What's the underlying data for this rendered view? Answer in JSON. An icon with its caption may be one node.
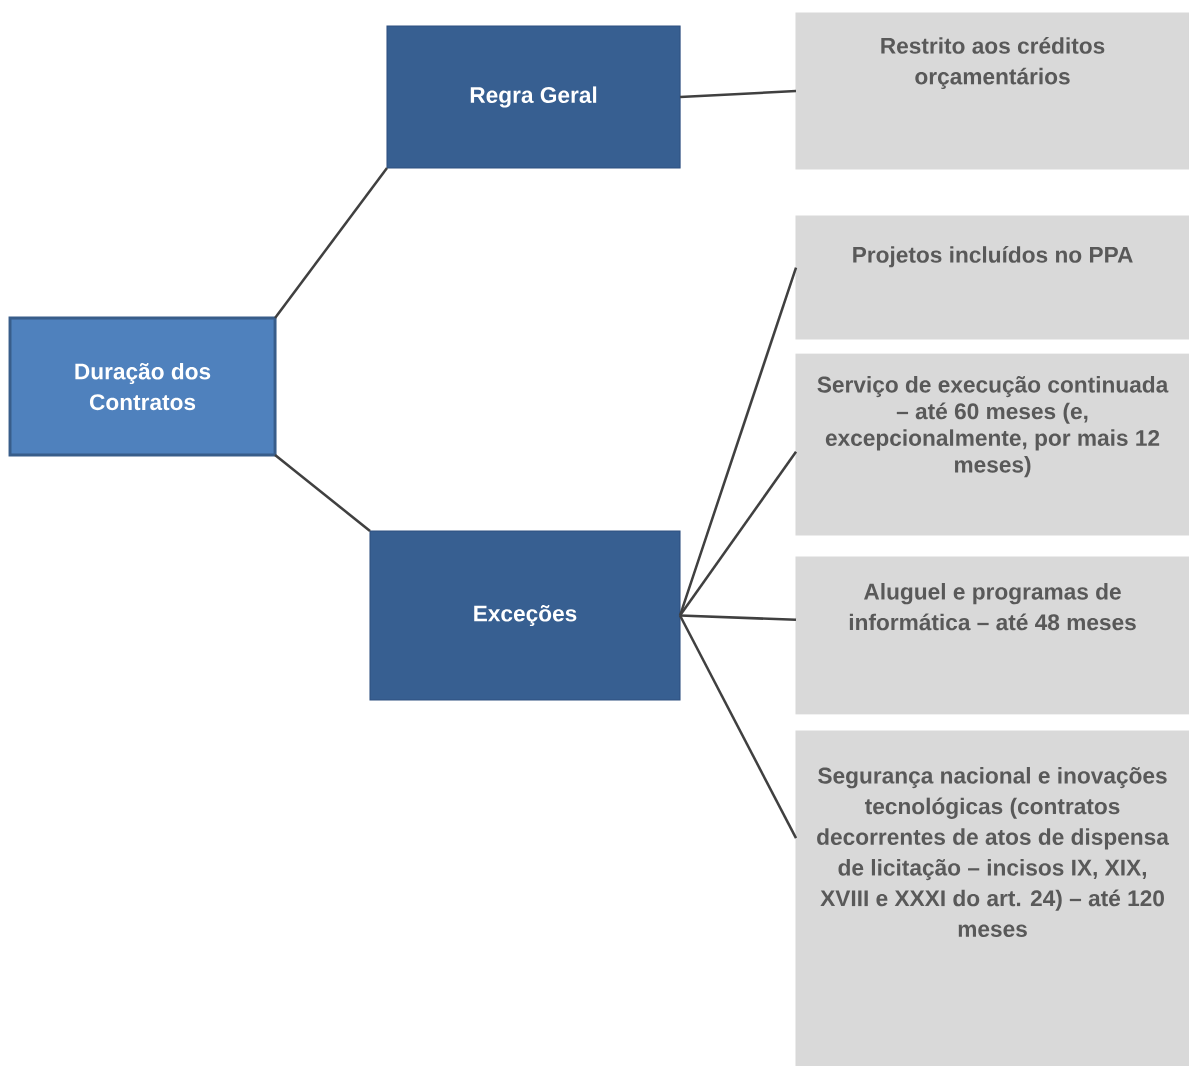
{
  "diagram": {
    "nodes": [
      {
        "text": [
          "Duração dos Contratos"
        ]
      },
      {
        "text": [
          "Regra Geral"
        ]
      },
      {
        "text": [
          "Exceções"
        ]
      },
      {
        "text": [
          "Restrito aos créditos orçamentários"
        ]
      },
      {
        "text": [
          "Projetos incluídos no PPA"
        ]
      },
      {
        "text": [
          "Serviço de execução continuada – até 60 meses (e, excepcionalmente, por mais 12 meses)"
        ]
      },
      {
        "text": [
          "Aluguel e programas de informática – até 48 meses"
        ]
      },
      {
        "text": [
          "Segurança nacional e inovações tecnológicas (contratos decorrentes de atos de dispensa de licitação – incisos IX, XIX, XVIII e XXXI do art. 24) – até 120 meses"
        ]
      }
    ],
    "edges": [
      {
        "from": 0,
        "to": 1,
        "arrow": "none"
      },
      {
        "from": 0,
        "to": 2,
        "arrow": "none"
      },
      {
        "from": 1,
        "to": 3,
        "arrow": "none"
      },
      {
        "from": 2,
        "to": 4,
        "arrow": "none"
      },
      {
        "from": 2,
        "to": 5,
        "arrow": "none"
      },
      {
        "from": 2,
        "to": 6,
        "arrow": "none"
      },
      {
        "from": 2,
        "to": 7,
        "arrow": "none"
      }
    ]
  }
}
